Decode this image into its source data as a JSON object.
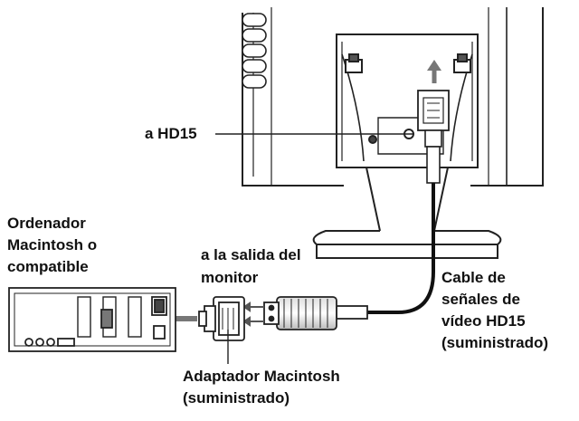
{
  "labels": {
    "hd15": "a HD15",
    "computer": [
      "Ordenador",
      "Macintosh o",
      "compatible"
    ],
    "monitor_out": [
      "a la salida del",
      "monitor"
    ],
    "cable": [
      "Cable de",
      "señales de",
      "vídeo HD15",
      "(suministrado)"
    ],
    "adapter": [
      "Adaptador Macintosh",
      "(suministrado)"
    ]
  }
}
